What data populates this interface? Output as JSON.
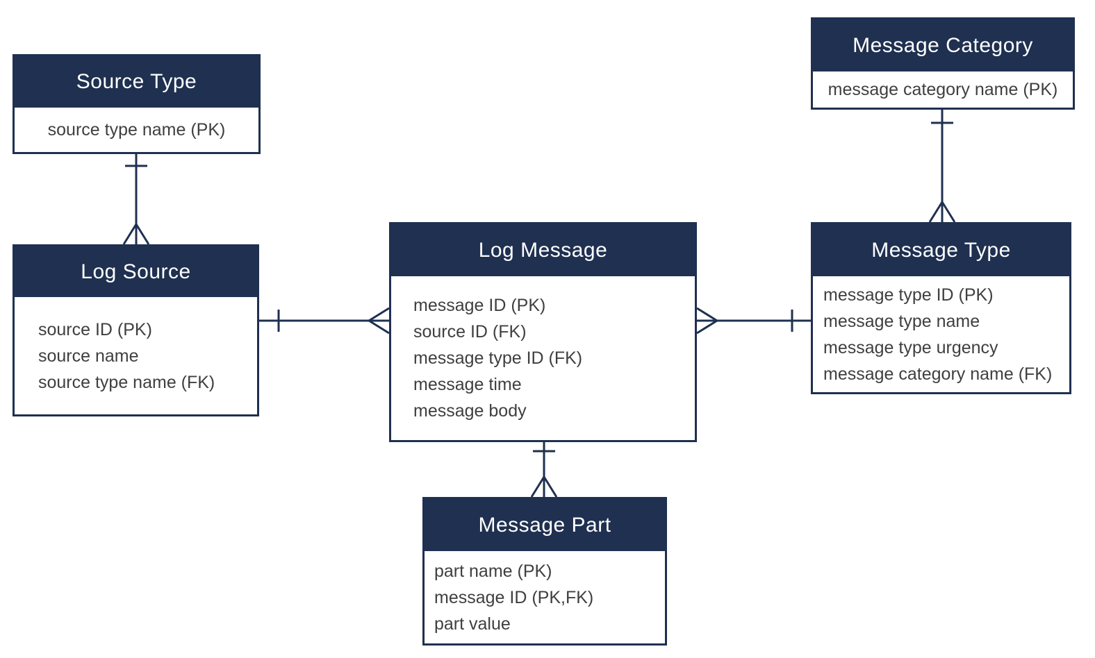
{
  "diagram": {
    "type": "entity-relationship",
    "notation": "crows-foot",
    "colors": {
      "header_bg": "#1f3050",
      "border": "#1f3050",
      "connector_line": "#1f3050",
      "header_text": "#ffffff",
      "field_text": "#3f3f3f",
      "background": "#ffffff"
    },
    "entities": [
      {
        "title": "Source Type",
        "fields": [
          "source type name (PK)"
        ]
      },
      {
        "title": "Log Source",
        "fields": [
          "source ID (PK)",
          "source name",
          "source type name (FK)"
        ]
      },
      {
        "title": "Log Message",
        "fields": [
          "message ID (PK)",
          "source ID (FK)",
          "message type ID (FK)",
          "message time",
          "message body"
        ]
      },
      {
        "title": "Message Category",
        "fields": [
          "message category name (PK)"
        ]
      },
      {
        "title": "Message Type",
        "fields": [
          "message type ID (PK)",
          "message type name",
          "message type urgency",
          "message category name (FK)"
        ]
      },
      {
        "title": "Message Part",
        "fields": [
          "part name (PK)",
          "message ID (PK,FK)",
          "part value"
        ]
      }
    ],
    "relationships": [
      {
        "from": "Source Type",
        "to": "Log Source",
        "from_cardinality": "one",
        "to_cardinality": "many"
      },
      {
        "from": "Log Source",
        "to": "Log Message",
        "from_cardinality": "one",
        "to_cardinality": "many"
      },
      {
        "from": "Message Type",
        "to": "Log Message",
        "from_cardinality": "one",
        "to_cardinality": "many"
      },
      {
        "from": "Message Category",
        "to": "Message Type",
        "from_cardinality": "one",
        "to_cardinality": "many"
      },
      {
        "from": "Log Message",
        "to": "Message Part",
        "from_cardinality": "one",
        "to_cardinality": "many"
      }
    ]
  }
}
